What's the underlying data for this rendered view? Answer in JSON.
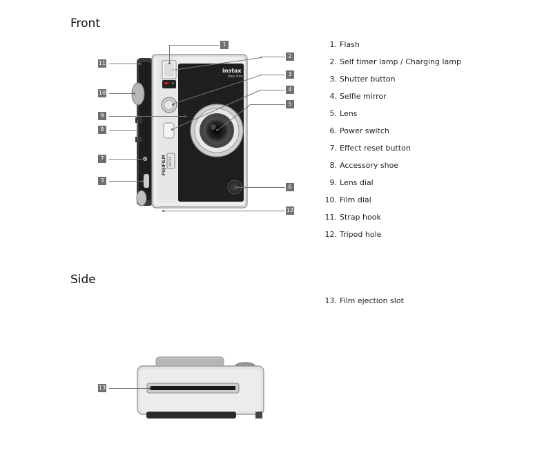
{
  "sections": {
    "front": "Front",
    "side": "Side"
  },
  "front_parts": [
    {
      "num": "1.",
      "label": "Flash"
    },
    {
      "num": "2.",
      "label": "Self timer lamp / Charging lamp"
    },
    {
      "num": "3.",
      "label": "Shutter button"
    },
    {
      "num": "4.",
      "label": "Selfie mirror"
    },
    {
      "num": "5.",
      "label": "Lens"
    },
    {
      "num": "6.",
      "label": "Power switch"
    },
    {
      "num": "7.",
      "label": "Effect reset button"
    },
    {
      "num": "8.",
      "label": "Accessory shoe"
    },
    {
      "num": "9.",
      "label": "Lens dial"
    },
    {
      "num": "10.",
      "label": "Film dial"
    },
    {
      "num": "11.",
      "label": "Strap hook"
    },
    {
      "num": "12.",
      "label": "Tripod hole"
    }
  ],
  "side_parts": [
    {
      "num": "13.",
      "label": "Film ejection slot"
    }
  ],
  "callouts": {
    "c1": "1",
    "c2": "2",
    "c3": "3",
    "c4": "4",
    "c5": "5",
    "c6": "6",
    "c7": "7",
    "c8": "8",
    "c9": "9",
    "c10": "10",
    "c11": "11",
    "c12": "12",
    "c13": "13"
  },
  "camera_text": {
    "brand_top": "instax",
    "model": "mini Evo",
    "brand_side": "FUJIFILM",
    "badge": "INSTAX"
  }
}
